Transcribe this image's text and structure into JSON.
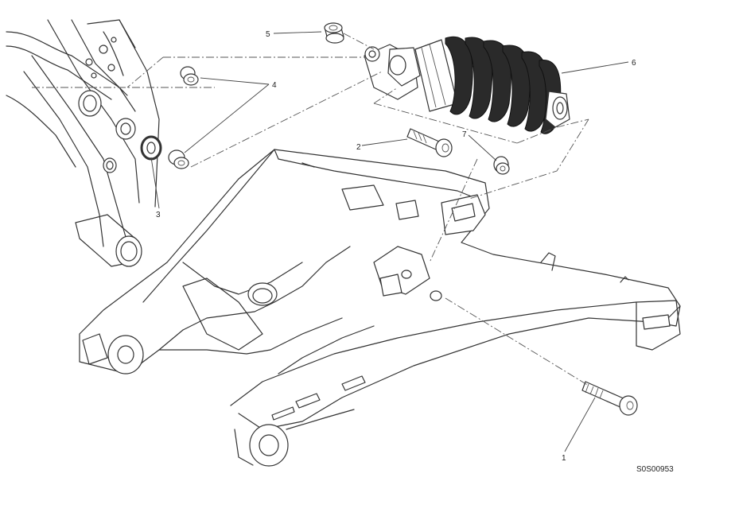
{
  "diagram": {
    "callouts": [
      {
        "id": "c1",
        "label": "1"
      },
      {
        "id": "c2",
        "label": "2"
      },
      {
        "id": "c3",
        "label": "3"
      },
      {
        "id": "c4",
        "label": "4"
      },
      {
        "id": "c5",
        "label": "5"
      },
      {
        "id": "c6",
        "label": "6"
      },
      {
        "id": "c7",
        "label": "7"
      }
    ],
    "drawing_code": "S0S00953",
    "colors": {
      "line": "#333333",
      "background": "#ffffff",
      "spring": "#2a2a2a"
    }
  }
}
